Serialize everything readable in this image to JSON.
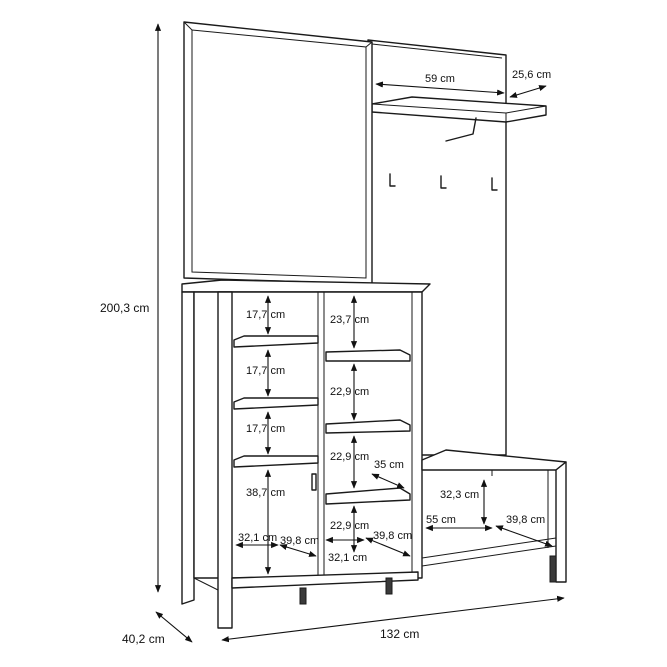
{
  "dimensions": {
    "height_total": "200,3 cm",
    "depth": "40,2 cm",
    "width_total": "132 cm",
    "shelf_width": "59 cm",
    "shelf_depth": "25,6 cm",
    "left_gap_1": "17,7 cm",
    "left_gap_2": "17,7 cm",
    "left_gap_3": "17,7 cm",
    "left_gap_4": "38,7 cm",
    "left_bottom_width": "32,1 cm",
    "left_bottom_depth": "39,8 cm",
    "mid_gap_1": "23,7 cm",
    "mid_gap_2": "22,9 cm",
    "mid_gap_3": "22,9 cm",
    "mid_gap_4": "22,9 cm",
    "mid_shelf_depth": "35 cm",
    "mid_bottom_width": "32,1 cm",
    "mid_bottom_depth": "39,8 cm",
    "bench_height": "32,3 cm",
    "bench_width": "55 cm",
    "bench_depth": "39,8 cm"
  }
}
